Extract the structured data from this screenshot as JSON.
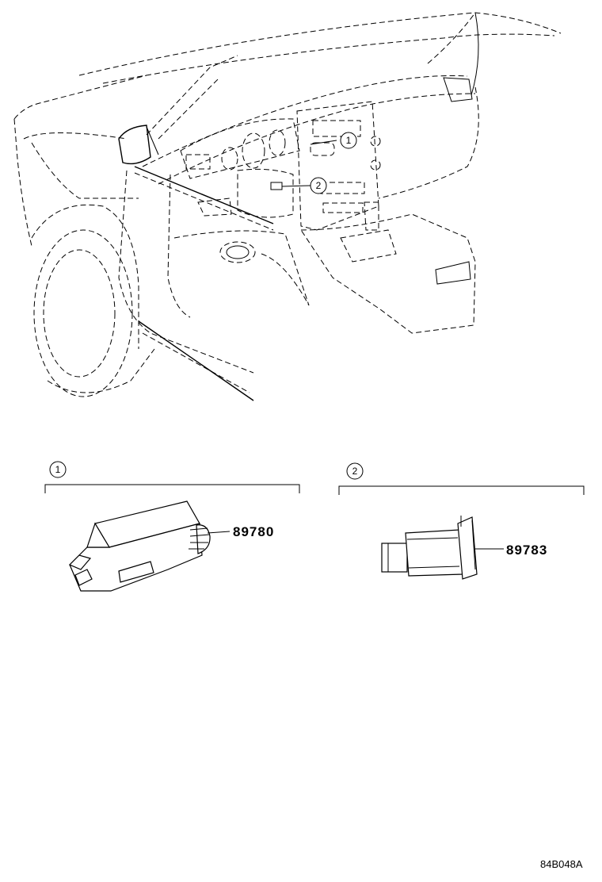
{
  "callouts": {
    "one": "1",
    "two": "2"
  },
  "groups": [
    {
      "index": "1",
      "part_number": "89780"
    },
    {
      "index": "2",
      "part_number": "89783"
    }
  ],
  "drawing_ref": "84B048A"
}
